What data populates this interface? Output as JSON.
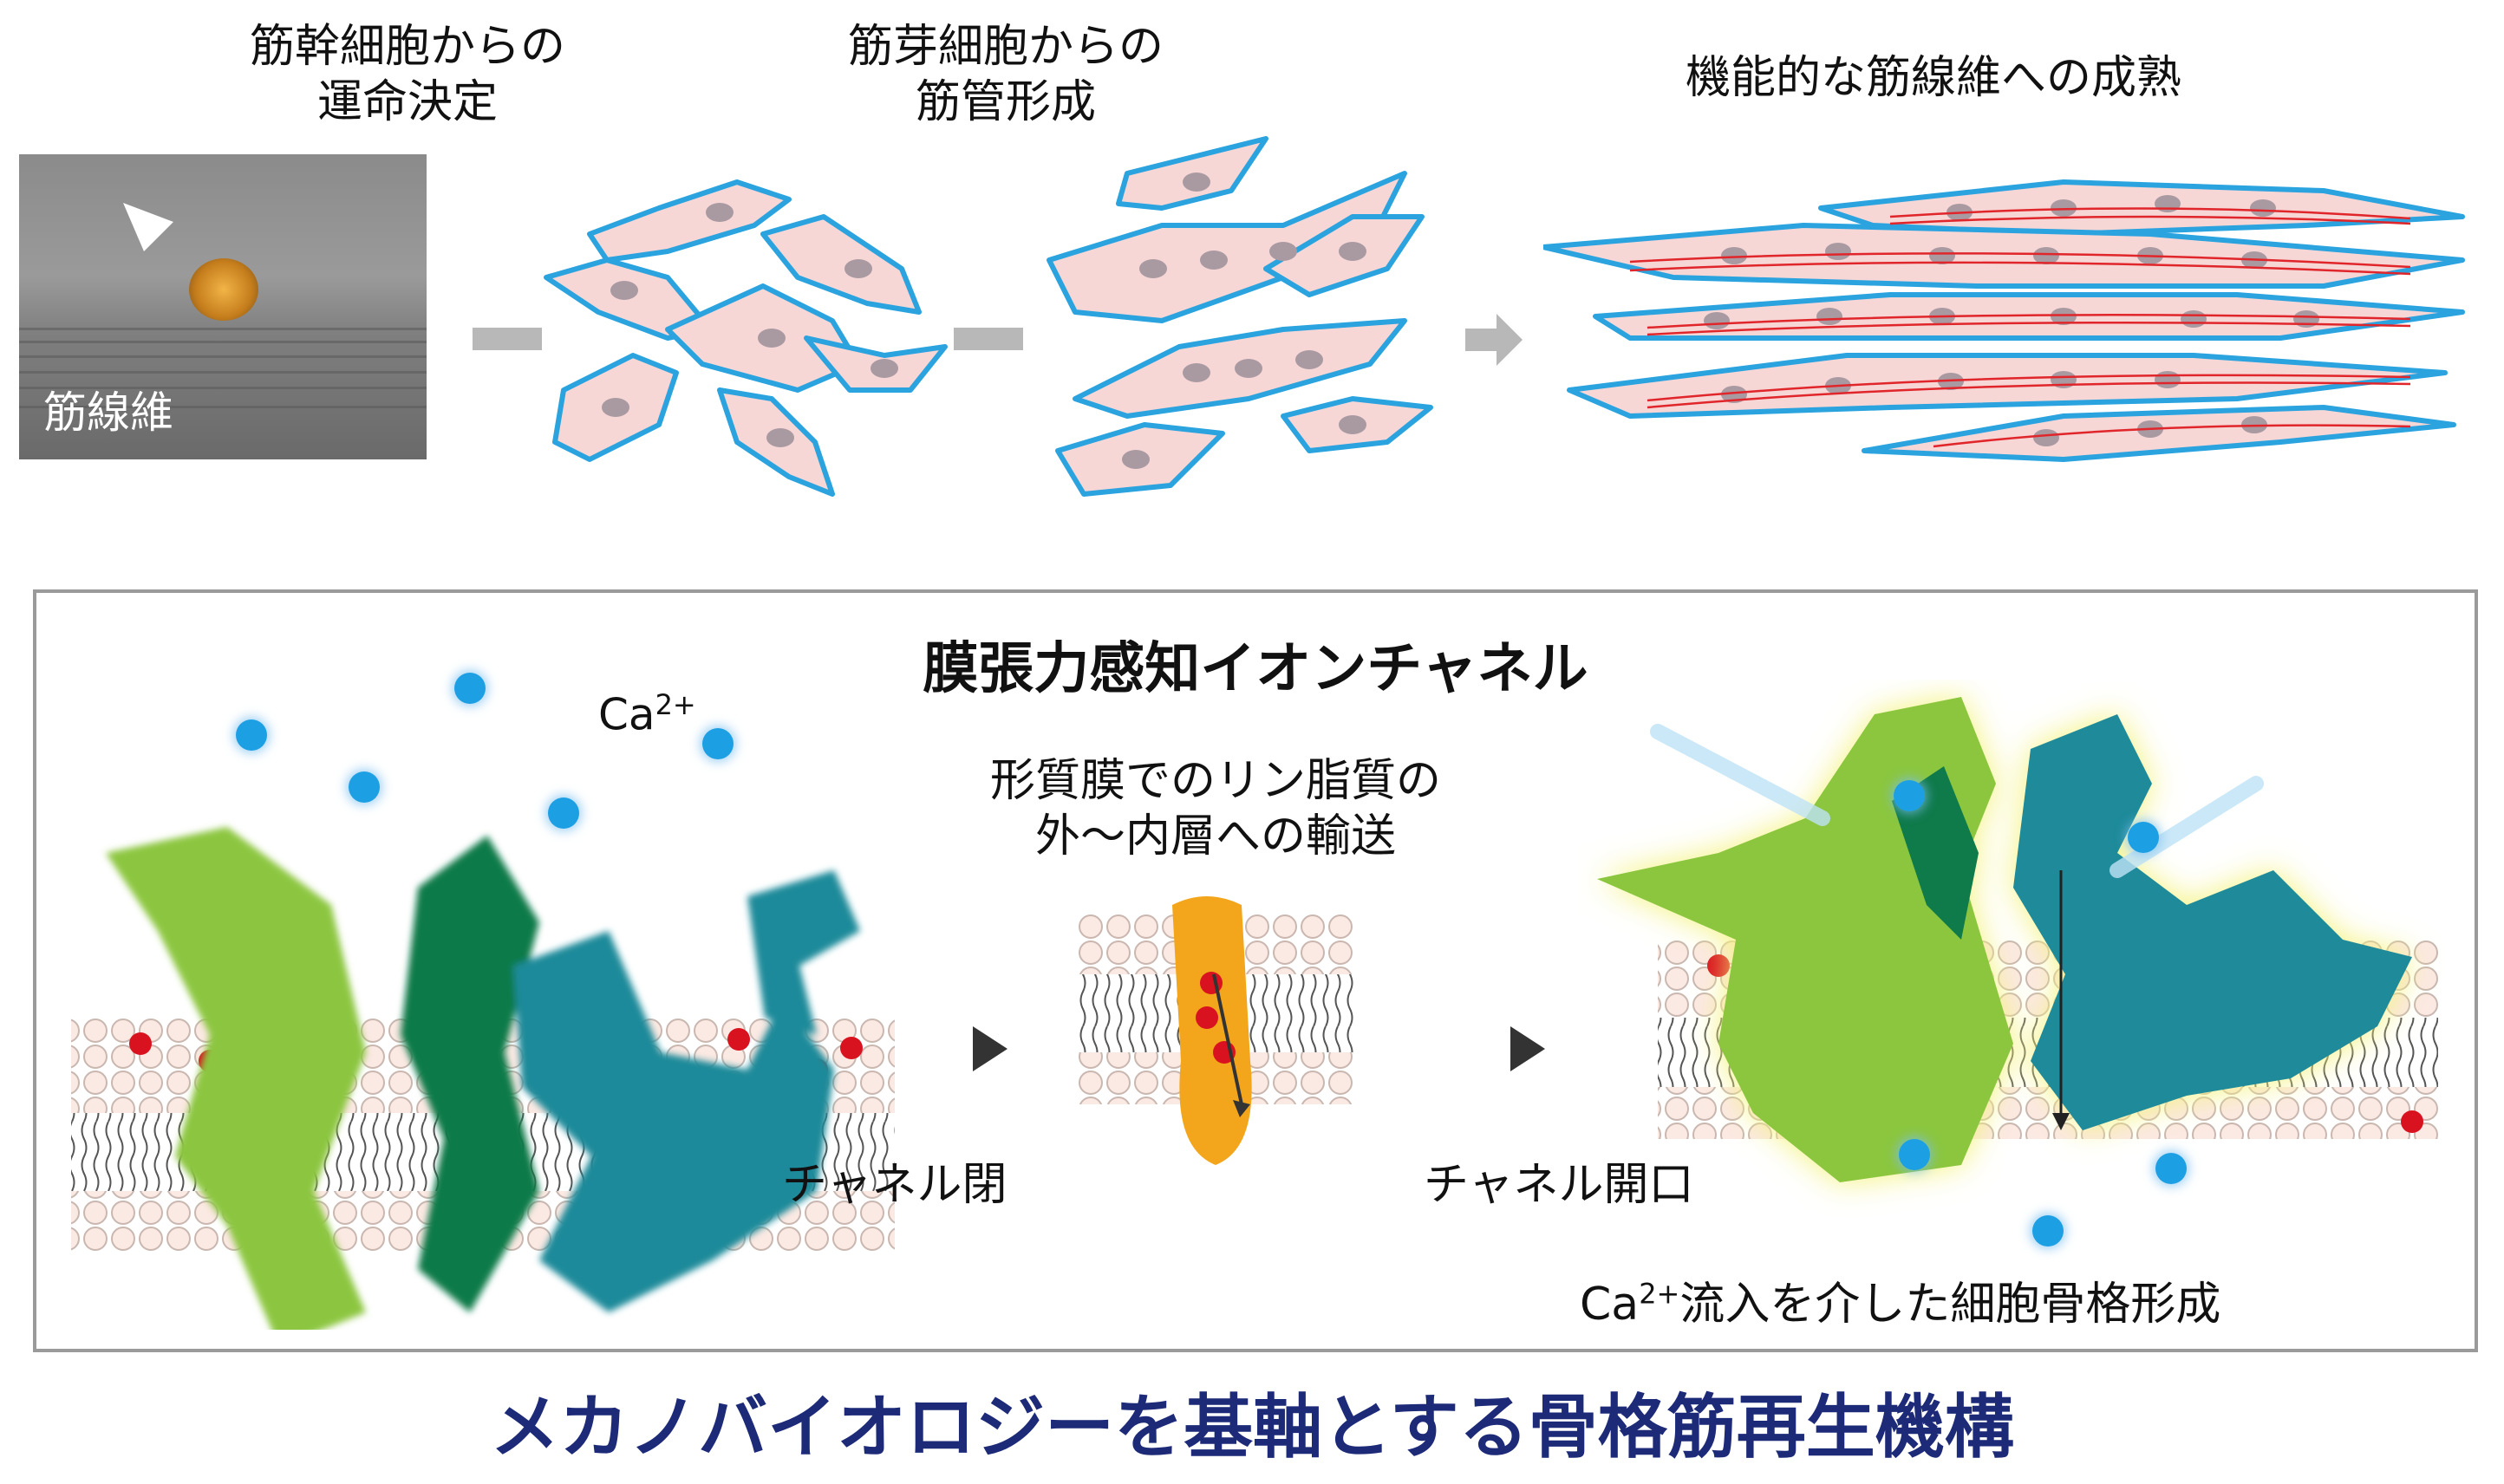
{
  "top": {
    "step1": "筋幹細胞からの\n運命決定",
    "step2": "筋芽細胞からの\n筋管形成",
    "step3": "機能的な筋線維への成熟",
    "photo_label": "筋線維"
  },
  "channel_box": {
    "title": "膜張力感知イオンチャネル",
    "ion_label": "Ca",
    "ion_charge": "2+",
    "transport_label": "形質膜でのリン脂質の\n外〜内層への輸送",
    "closed_label": "チャネル閉",
    "open_label": "チャネル開口",
    "influx_ion": "Ca",
    "influx_charge": "2+",
    "influx_label": "流入を介した細胞骨格形成"
  },
  "bottom_title": "メカノバイオロジーを基軸とする骨格筋再生機構",
  "colors": {
    "title_blue": "#1d2a78",
    "cell_fill": "#f7d6d6",
    "cell_outline": "#2aa3df",
    "nucleus": "#a99aa2",
    "fiber_line": "#e0262b",
    "ion": "#1d9fe4",
    "protein_light": "#8cc63f",
    "protein_dark": "#0f7a4a",
    "protein_teal": "#1e8a9a",
    "flippase": "#f3a61b"
  }
}
